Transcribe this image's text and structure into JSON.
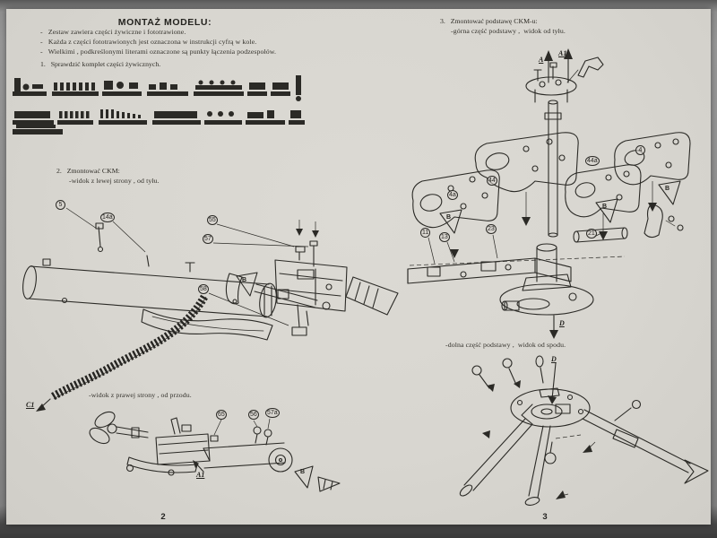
{
  "colors": {
    "paper": "#d8d6d0",
    "ink": "#2b2a26",
    "frame": "#8a8a8a"
  },
  "left_page": {
    "title": "MONTAŻ  MODELU:",
    "bullets": [
      "-   Zestaw zawiera części żywiczne i fototrawione.",
      "-   Każda z części fototrawionych jest oznaczona w instrukcji cyfrą w kole.",
      "-   Wielkimi , podkreślonymi literami oznaczone są punkty łączenia podzespołów."
    ],
    "step1": "1.   Sprawdzić komplet części żywicznych.",
    "step2": "2.   Zmontować CKM:",
    "step2_view": "-widok z lewej strony , od tyłu.",
    "step2_view_b": "-widok z prawej strony , od przodu.",
    "page_number": "2",
    "gun_top": {
      "c1": "5",
      "c2": "14a",
      "c3": "55",
      "c4": "57",
      "c5": "58",
      "tri": "B",
      "joint": "C1"
    },
    "gun_bottom": {
      "c1": "65",
      "c2": "56",
      "c3": "57a",
      "tri": "B",
      "joint": "A1"
    }
  },
  "right_page": {
    "step3": "3.   Zmontować podstawę CKM-u:",
    "step3_view": "-górna część podstawy ,  widok od tyłu.",
    "step3_view_b": "-dolna część podstawy ,  widok od spodu.",
    "page_number": "3",
    "mount": {
      "arrow_a": "A",
      "arrow_a1": "A1",
      "p1": "4a",
      "p2": "44",
      "p3": "44a",
      "p4": "4",
      "n1": "11",
      "n2": "13",
      "n3": "23",
      "n4": "21",
      "t1": "B",
      "t2": "B",
      "t3": "B",
      "joint_d": "D"
    },
    "tripod": {
      "joint_d": "D"
    }
  }
}
